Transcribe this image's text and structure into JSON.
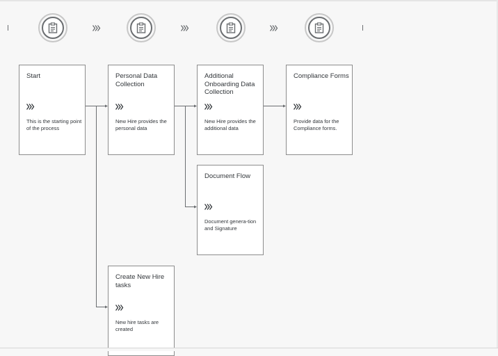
{
  "steps_bar": {
    "step_icon": "clipboard-icon",
    "separator_icon": "triple-chevron-right-icon"
  },
  "nodes": [
    {
      "id": "start",
      "title": "Start",
      "description": "This is the starting point of the process"
    },
    {
      "id": "personal",
      "title": "Personal Data Collection",
      "description": "New Hire provides the personal data"
    },
    {
      "id": "additional",
      "title": "Additional Onboarding Data Collection",
      "description": "New Hire provides the additional data"
    },
    {
      "id": "compliance",
      "title": "Compliance Forms",
      "description": "Provide data for the Compliance forms."
    },
    {
      "id": "document",
      "title": "Document Flow",
      "description": "Document genera-tion and Signature"
    },
    {
      "id": "tasks",
      "title": "Create New Hire tasks",
      "description": "New hire tasks are created"
    }
  ],
  "colors": {
    "background": "#f7f7f7",
    "node_border": "#8c8c8c",
    "connector": "#6a6d70",
    "text": "#32363a"
  }
}
